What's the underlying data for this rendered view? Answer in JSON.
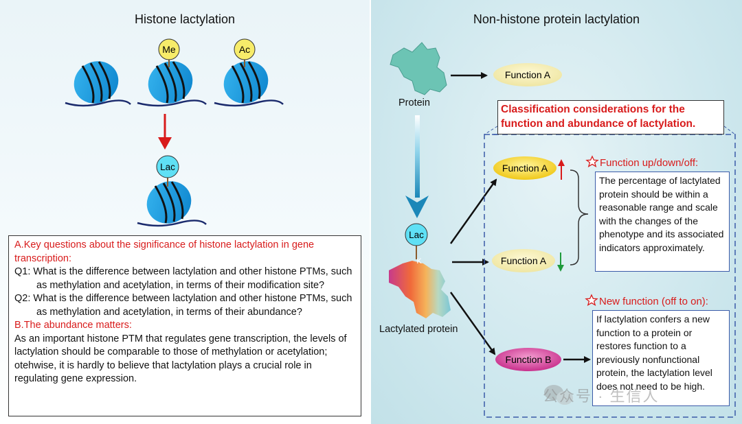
{
  "left": {
    "title": "Histone lactylation",
    "marks": {
      "me": "Me",
      "ac": "Ac",
      "lac": "Lac"
    },
    "questions": {
      "heading_a": "A.Key questions about the significance of histone lactylation in gene transcription:",
      "q1": "Q1:  What is the difference between lactylation and other histone PTMs, such as methylation and acetylation, in terms of their modification site?",
      "q2": "Q2:  What is the difference between lactylation and other histone PTMs, such as methylation and acetylation, in terms of their abundance?",
      "heading_b": "B.The abundance matters:",
      "body_b": "As an important histone PTM that regulates gene transcription, the levels of lactylation should be comparable to those of methylation or acetylation; otehwise, it is hardly to believe that lactylation plays a crucial role in regulating gene expression."
    }
  },
  "right": {
    "title": "Non-histone protein lactylation",
    "protein_label": "Protein",
    "function_a_top": "Function A",
    "classification": "Classification considerations for the function and abundance of lactylation.",
    "lac_label": "Lac",
    "k_label": "K",
    "lactylated_label": "Lactylated protein",
    "function_a_up": "Function A",
    "function_a_down": "Function A",
    "function_b": "Function B",
    "up_header": "Function up/down/off:",
    "up_text": "The percentage of lactylated protein should be within a reasonable range and scale with the changes of the phenotype and its associated indicators approximately.",
    "new_header": "New function (off to on):",
    "new_text": "If lactylation confers a new function to a protein or restores function to a previously nonfunctional protein, the lactylation level does not need to be high.",
    "watermark": "公众号 · 生信人"
  },
  "colors": {
    "histone": "#1e9be0",
    "dna": "#1a2a6c",
    "red_accent": "#d81b1b",
    "mark_yellow": "#f7ec6a",
    "lac_cyan": "#5fe0f5",
    "protein": "#6cc4b4",
    "func_yellow": "#f3d21e",
    "func_magenta": "#d0409a",
    "box_blue": "#3a5aa8"
  }
}
